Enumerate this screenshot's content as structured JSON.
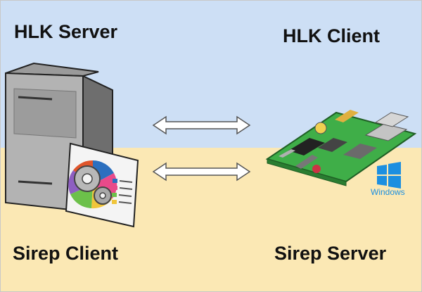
{
  "labels": {
    "hlk_server": "HLK Server",
    "hlk_client": "HLK Client",
    "sirep_client": "Sirep Client",
    "sirep_server": "Sirep Server",
    "windows_logo_text": "Windows"
  },
  "colors": {
    "top_background": "#cddff5",
    "bottom_background": "#fbe8b4",
    "windows_blue": "#1c8fe0",
    "board_green": "#3fae48"
  },
  "icons": [
    "server-tower-icon",
    "settings-gears-icon",
    "double-arrow-icon",
    "circuit-board-icon",
    "windows-logo-icon"
  ]
}
